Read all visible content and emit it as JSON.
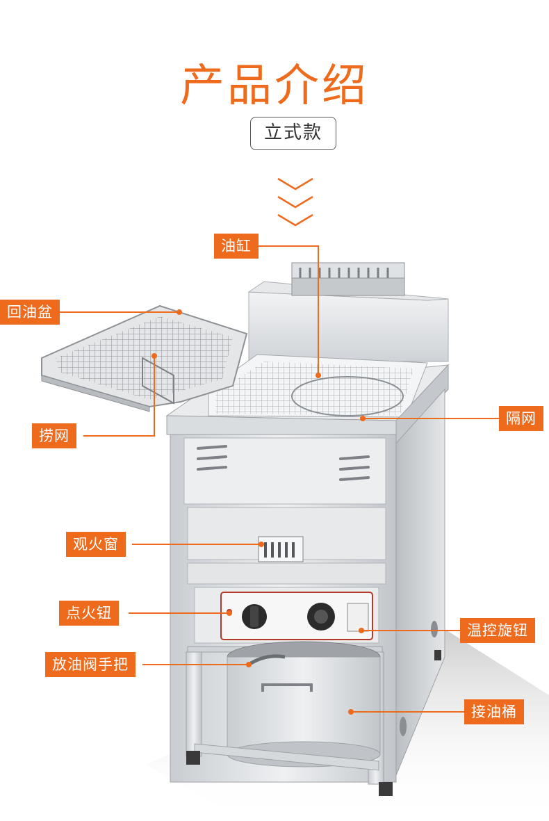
{
  "header": {
    "title": "产品介绍",
    "subtitle": "立式款"
  },
  "callouts": {
    "oil_tank": "油缸",
    "oil_return_tray": "回油盆",
    "frying_basket": "捞网",
    "separator_mesh": "隔网",
    "sight_window": "观火窗",
    "ignition_knob": "点火钮",
    "thermostat_knob": "温控旋钮",
    "drain_valve_handle": "放油阀手把",
    "oil_collection_bucket": "接油桶"
  },
  "colors": {
    "accent": "#ee6a1c",
    "steel": "#d9dcdf",
    "text": "#333333"
  }
}
